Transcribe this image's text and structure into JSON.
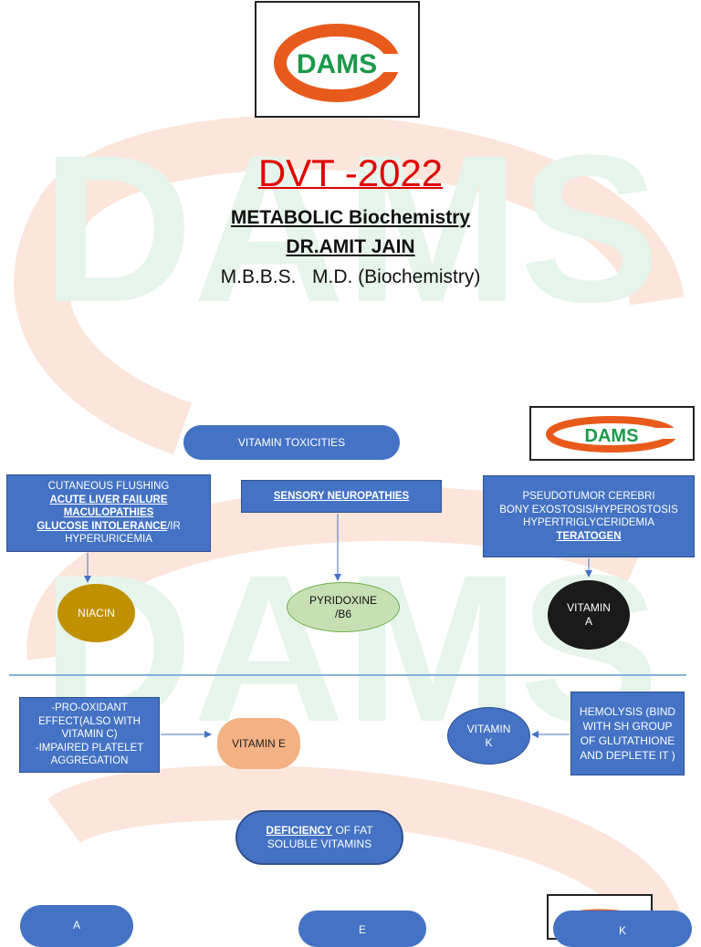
{
  "header": {
    "logo_text": "DAMS",
    "title": "DVT -2022",
    "subtitle": "METABOLIC Biochemistry",
    "author": "DR.AMIT JAIN",
    "degrees": "M.B.B.S.   M.D. (Biochemistry)"
  },
  "section_logo_text": "DAMS",
  "watermark_text": "DAMS",
  "toxicities": {
    "heading": "VITAMIN TOXICITIES",
    "niacin_box": [
      "CUTANEOUS FLUSHING",
      "ACUTE LIVER FAILURE",
      "MACULOPATHIES",
      "GLUCOSE INTOLERANCE",
      "/IR",
      "HYPERURICEMIA"
    ],
    "niacin_label": "NIACIN",
    "pyridoxine_box": "SENSORY NEUROPATHIES",
    "pyridoxine_label_line1": "PYRIDOXINE",
    "pyridoxine_label_line2": "/B6",
    "vitamin_a_box": [
      "PSEUDOTUMOR CEREBRI",
      "BONY EXOSTOSIS/HYPEROSTOSIS",
      "HYPERTRIGLYCERIDEMIA",
      "TERATOGEN"
    ],
    "vitamin_a_label_line1": "VITAMIN",
    "vitamin_a_label_line2": "A",
    "vitamin_e_box": [
      "-PRO-OXIDANT",
      "EFFECT(ALSO WITH",
      "VITAMIN C)",
      "-IMPAIRED PLATELET",
      "AGGREGATION"
    ],
    "vitamin_e_label": "VITAMIN E",
    "vitamin_k_box": [
      "HEMOLYSIS (BIND",
      "WITH SH GROUP",
      "OF GLUTATHIONE",
      "AND DEPLETE IT )"
    ],
    "vitamin_k_label_line1": "VITAMIN",
    "vitamin_k_label_line2": "K"
  },
  "deficiency": {
    "heading_underlined": "DEFICIENCY",
    "heading_rest": " OF FAT",
    "heading_line2": "SOLUBLE VITAMINS",
    "a_label": "A",
    "e_label": "E",
    "k_label": "K"
  },
  "colors": {
    "box_blue": "#4472c4",
    "title_red": "#e00000",
    "niacin_gold": "#bf9000",
    "pyridoxine_green": "#c6e0b4",
    "vitamin_a_black": "#1a1a1a",
    "vitamin_e_salmon": "#f4b183",
    "watermark_green": "#e3f4ea",
    "watermark_orange": "#fbe4da"
  }
}
